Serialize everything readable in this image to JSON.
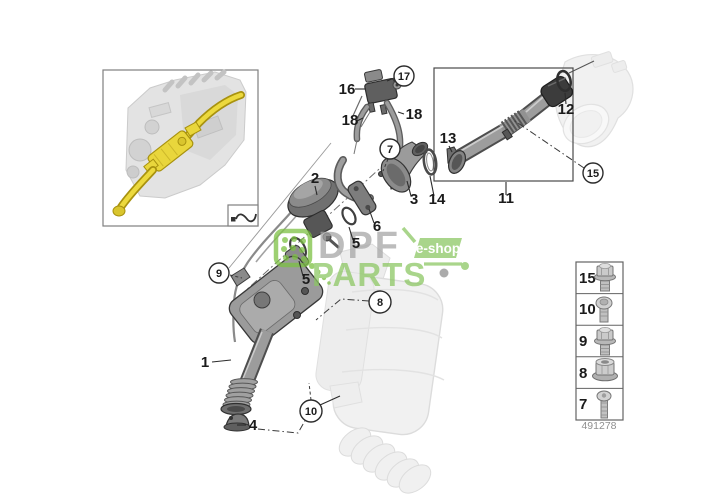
{
  "doc_number": "491278",
  "watermark": {
    "brand_top": "DPF",
    "brand_bottom": "PARTS",
    "badge": "e-shop",
    "green": "#8cc763",
    "gray": "#a6a6a6"
  },
  "labels": {
    "plain": [
      {
        "text": "16"
      },
      {
        "text": "18"
      },
      {
        "text": "18"
      },
      {
        "text": "13"
      },
      {
        "text": "12"
      },
      {
        "text": "2"
      },
      {
        "text": "3"
      },
      {
        "text": "14"
      },
      {
        "text": "11"
      },
      {
        "text": "6"
      },
      {
        "text": "5"
      },
      {
        "text": "5"
      },
      {
        "text": "1"
      },
      {
        "text": "4"
      }
    ],
    "circled": [
      {
        "text": "17"
      },
      {
        "text": "7"
      },
      {
        "text": "15"
      },
      {
        "text": "9"
      },
      {
        "text": "8"
      },
      {
        "text": "10"
      }
    ]
  },
  "legend": {
    "rows": [
      {
        "number": "15",
        "icon": "hex-flange-bolt"
      },
      {
        "number": "10",
        "icon": "button-head-screw"
      },
      {
        "number": "9",
        "icon": "hex-flange-bolt"
      },
      {
        "number": "8",
        "icon": "flange-nut"
      },
      {
        "number": "7",
        "icon": "long-screw"
      }
    ]
  }
}
